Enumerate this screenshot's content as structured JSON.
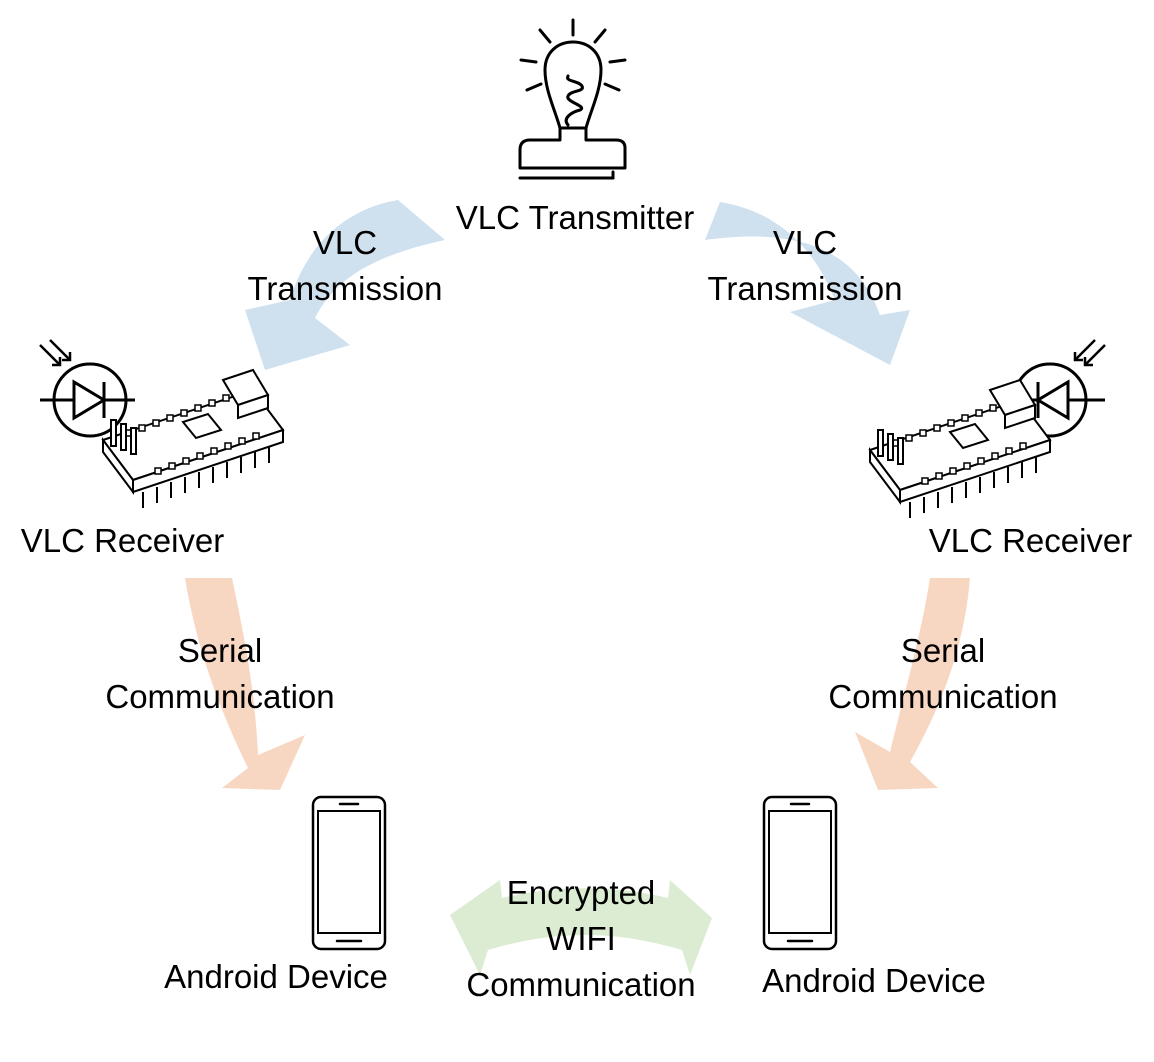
{
  "transmitter": {
    "label": "VLC Transmitter",
    "icon": "light-bulb-icon"
  },
  "vlc_transmission_left": {
    "lines": [
      "VLC",
      "Transmission"
    ]
  },
  "vlc_transmission_right": {
    "lines": [
      "VLC",
      "Transmission"
    ]
  },
  "receiver_left": {
    "label": "VLC Receiver",
    "icons": [
      "photodiode-icon",
      "microcontroller-board-icon"
    ]
  },
  "receiver_right": {
    "label": "VLC Receiver",
    "icons": [
      "photodiode-icon",
      "microcontroller-board-icon"
    ]
  },
  "serial_left": {
    "lines": [
      "Serial",
      "Communication"
    ]
  },
  "serial_right": {
    "lines": [
      "Serial",
      "Communication"
    ]
  },
  "device_left": {
    "label": "Android Device",
    "icon": "smartphone-icon"
  },
  "device_right": {
    "label": "Android Device",
    "icon": "smartphone-icon"
  },
  "wifi_link": {
    "lines": [
      "Encrypted",
      "WIFI",
      "Communication"
    ]
  },
  "colors": {
    "vlc_arrow": "#cfe0ef",
    "serial_arrow": "#f8d7c2",
    "wifi_arrow": "#dcecd2",
    "line_art": "#000000"
  }
}
